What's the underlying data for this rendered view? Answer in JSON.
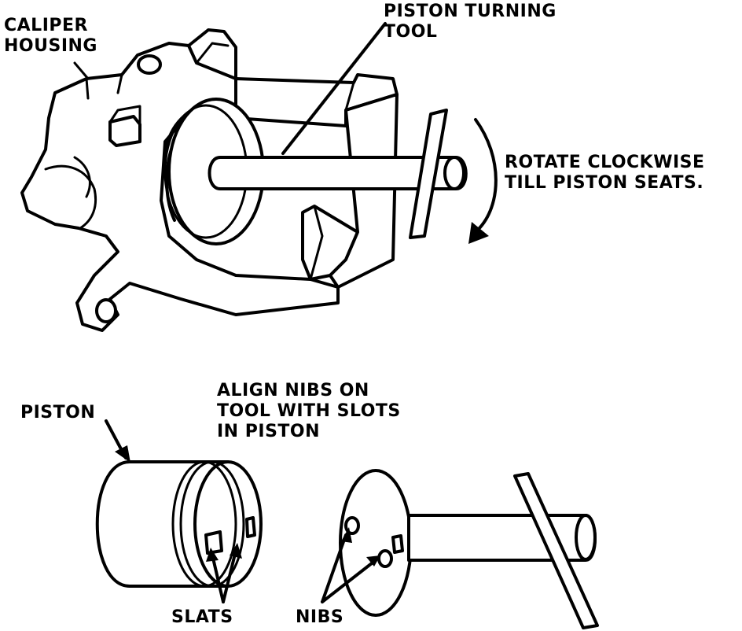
{
  "labels": {
    "caliper_housing": [
      "CALIPER",
      "HOUSING"
    ],
    "piston_turning_tool": [
      "PISTON TURNING",
      "TOOL"
    ],
    "rotate_instruction": [
      "ROTATE CLOCKWISE",
      "TILL PISTON SEATS."
    ],
    "align_instruction": [
      "ALIGN NIBS ON",
      "TOOL WITH SLOTS",
      "IN PISTON"
    ],
    "piston": "PISTON",
    "slats": "SLATS",
    "nibs": "NIBS"
  },
  "colors": {
    "ink": "#000000",
    "paper": "#ffffff"
  },
  "rotation_direction": "clockwise"
}
